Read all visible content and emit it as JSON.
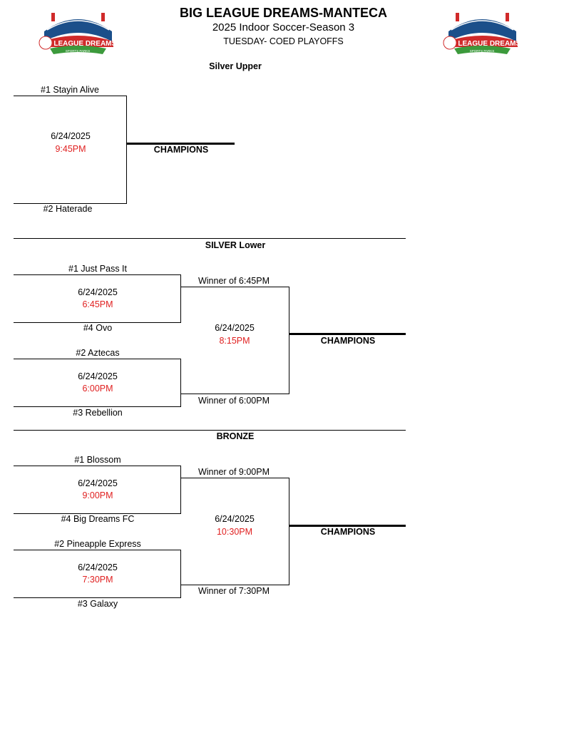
{
  "header": {
    "title": "BIG LEAGUE DREAMS-MANTECA",
    "subtitle": "2025 Indoor Soccer-Season 3",
    "subtitle2": "TUESDAY- COED PLAYOFFS",
    "logo_text_left": "BIG LEAGUE DREAMS",
    "logo_sub_left": "SPORTS PARKS",
    "logo_text_right": "BIG LEAGUE DREAMS",
    "logo_sub_right": "SPORTS PARKS"
  },
  "colors": {
    "time": "#e02020",
    "logo_blue": "#1b4f8a",
    "logo_red": "#d02a2a",
    "logo_green": "#3c9a3c"
  },
  "silver_upper": {
    "title": "Silver Upper",
    "team1": "#1 Stayin Alive",
    "team2": "#2 Haterade",
    "date": "6/24/2025",
    "time": "9:45PM",
    "champions": "CHAMPIONS"
  },
  "silver_lower": {
    "title": "SILVER Lower",
    "g1": {
      "team1": "#1 Just Pass It",
      "team2": "#4 Ovo",
      "date": "6/24/2025",
      "time": "6:45PM"
    },
    "g2": {
      "team1": "#2 Aztecas",
      "team2": "#3 Rebellion",
      "date": "6/24/2025",
      "time": "6:00PM"
    },
    "final": {
      "top": "Winner of 6:45PM",
      "bottom": "Winner of 6:00PM",
      "date": "6/24/2025",
      "time": "8:15PM"
    },
    "champions": "CHAMPIONS"
  },
  "bronze": {
    "title": "BRONZE",
    "g1": {
      "team1": "#1 Blossom",
      "team2": "#4 Big Dreams FC",
      "date": "6/24/2025",
      "time": "9:00PM"
    },
    "g2": {
      "team1": "#2 Pineapple Express",
      "team2": "#3 Galaxy",
      "date": "6/24/2025",
      "time": "7:30PM"
    },
    "final": {
      "top": "Winner of 9:00PM",
      "bottom": "Winner of 7:30PM",
      "date": "6/24/2025",
      "time": "10:30PM"
    },
    "champions": "CHAMPIONS"
  }
}
